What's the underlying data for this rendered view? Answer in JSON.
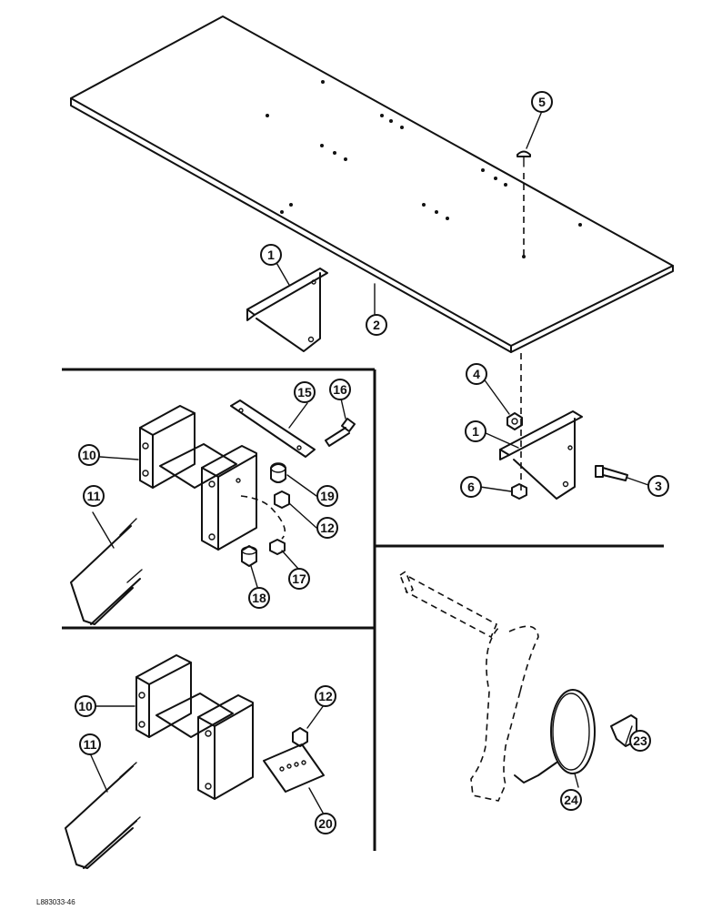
{
  "callouts": {
    "c1a": "1",
    "c2": "2",
    "c5": "5",
    "c4": "4",
    "c1b": "1",
    "c6": "6",
    "c3": "3",
    "c15": "15",
    "c16": "16",
    "c10a": "10",
    "c19": "19",
    "c12a": "12",
    "c11a": "11",
    "c17": "17",
    "c18": "18",
    "c10b": "10",
    "c12b": "12",
    "c11b": "11",
    "c20": "20",
    "c23": "23",
    "c24": "24"
  },
  "figure_code": "L883033-46"
}
